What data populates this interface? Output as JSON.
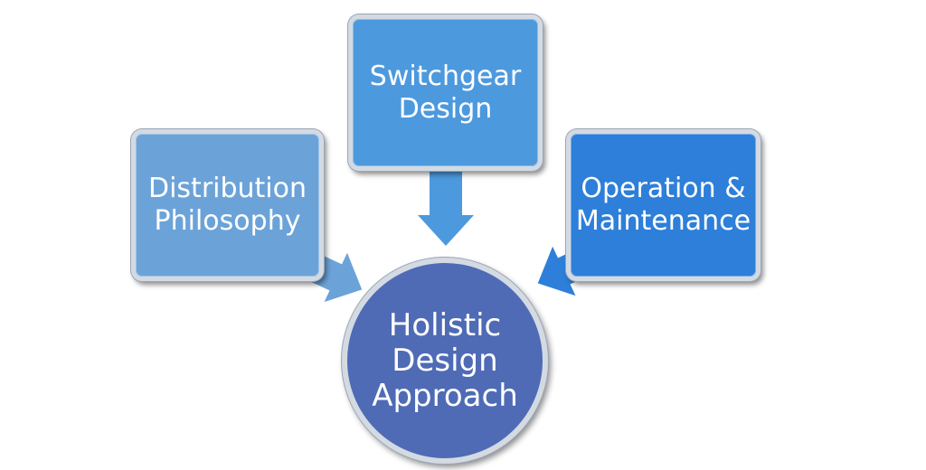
{
  "diagram": {
    "nodes": {
      "left": {
        "lines": [
          "Distribution",
          "Philosophy"
        ]
      },
      "center": {
        "lines": [
          "Switchgear",
          "Design"
        ]
      },
      "right": {
        "lines": [
          "Operation &",
          "Maintenance"
        ]
      },
      "hub": {
        "lines": [
          "Holistic",
          "Design",
          "Approach"
        ]
      }
    },
    "colors": {
      "left_box": "#6ba3d9",
      "center_box": "#4d99de",
      "right_box": "#2d7fd9",
      "hub_circle": "#4f6bb6",
      "left_arrow": "#6ba3d9",
      "center_arrow": "#4d99de",
      "right_arrow": "#2d7fd9"
    },
    "edges": [
      {
        "from": "left",
        "to": "hub"
      },
      {
        "from": "center",
        "to": "hub"
      },
      {
        "from": "right",
        "to": "hub"
      }
    ]
  }
}
